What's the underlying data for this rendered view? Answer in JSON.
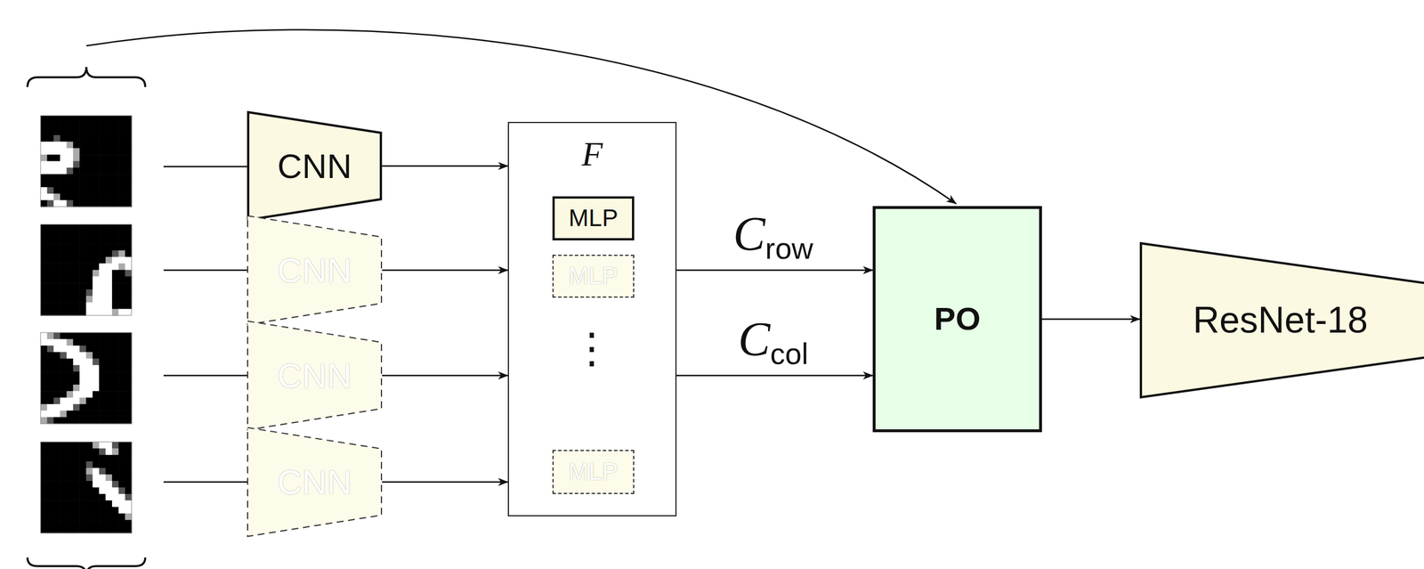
{
  "diagram": {
    "nodes": [
      {
        "text": [
          "CNN"
        ]
      },
      {
        "text": [
          "CNN"
        ]
      },
      {
        "text": [
          "CNN"
        ]
      },
      {
        "text": [
          "CNN"
        ]
      },
      {
        "text": [
          "F"
        ]
      },
      {
        "text": [
          "MLP"
        ],
        "in": 4
      },
      {
        "text": [
          "MLP"
        ],
        "in": 4
      },
      {
        "text": [
          "MLP"
        ],
        "in": 4
      },
      {
        "text": [
          "PO"
        ]
      },
      {
        "text": [
          "ResNet-18"
        ]
      }
    ],
    "edges": [
      {
        "from": 0,
        "to": 4,
        "arrow": "to"
      },
      {
        "from": 1,
        "to": 4,
        "arrow": "to"
      },
      {
        "from": 2,
        "to": 4,
        "arrow": "to"
      },
      {
        "from": 3,
        "to": 4,
        "arrow": "to"
      },
      {
        "from": 4,
        "to": 8,
        "label": "Crow",
        "arrow": "to"
      },
      {
        "from": 4,
        "to": 8,
        "label": "Ccol",
        "arrow": "to"
      },
      {
        "from": 8,
        "to": 9,
        "arrow": "to"
      }
    ],
    "labels": [
      "⋮"
    ]
  }
}
